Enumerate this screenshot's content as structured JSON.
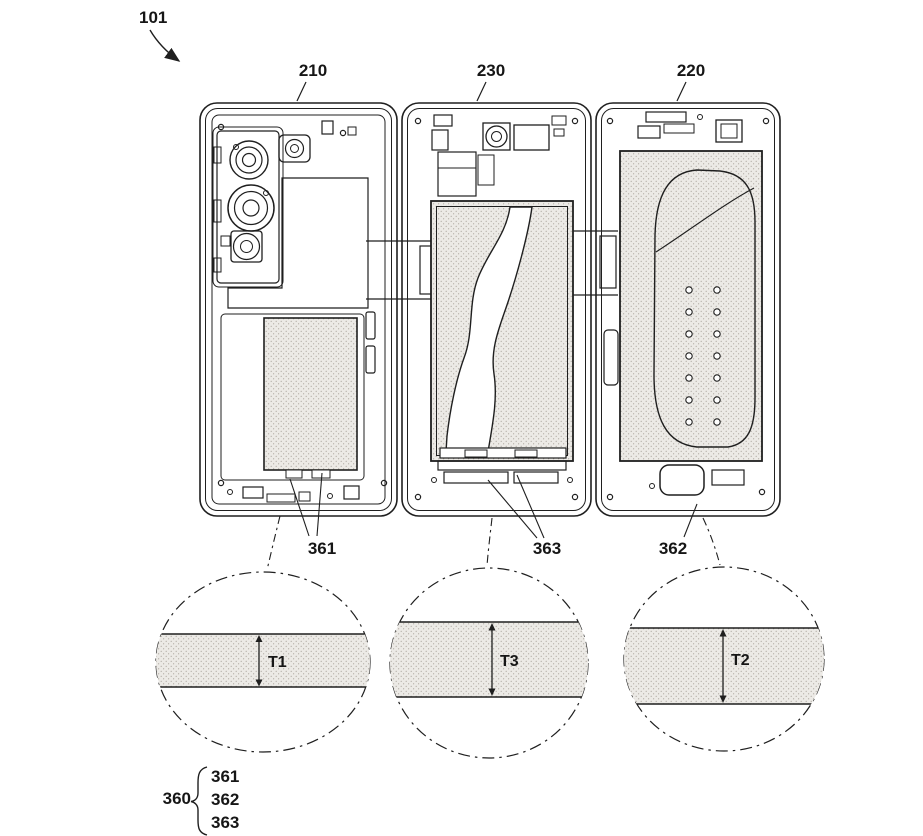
{
  "colors": {
    "line": "#1f1f1f",
    "stipple_bg": "#eceae6",
    "stipple_dot": "#aaa49c",
    "background": "#ffffff"
  },
  "figure": {
    "ref_main": "101",
    "panel_labels": [
      "210",
      "230",
      "220"
    ],
    "part_labels": [
      "361",
      "363",
      "362"
    ],
    "thickness_labels": [
      "T1",
      "T3",
      "T2"
    ],
    "legend": {
      "group": "360",
      "items": [
        "361",
        "362",
        "363"
      ]
    }
  }
}
